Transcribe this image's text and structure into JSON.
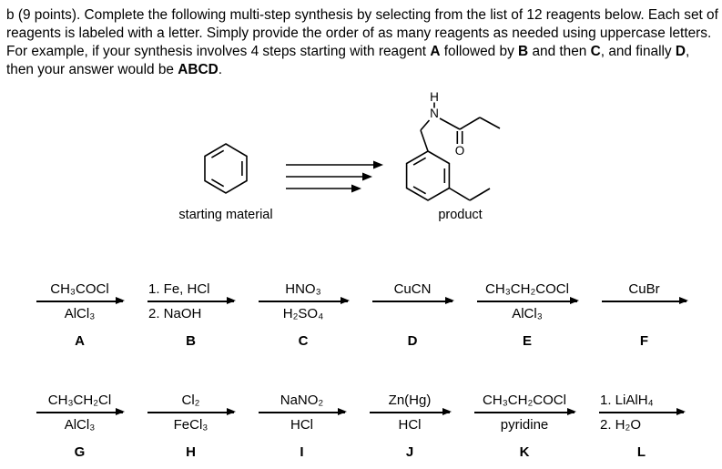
{
  "prompt": {
    "segments": [
      {
        "text": "b (9 points). Complete the following multi-step synthesis by selecting from the list of 12 reagents below. Each set of reagents is labeled with a letter. Simply provide the order of as many reagents as needed using uppercase letters. For example, if your synthesis involves 4 steps starting with reagent "
      },
      {
        "text": "A"
      },
      {
        "text": " followed by "
      },
      {
        "text": "B"
      },
      {
        "text": " and then "
      },
      {
        "text": "C"
      },
      {
        "text": ", and finally "
      },
      {
        "text": "D"
      },
      {
        "text": ", then your answer would be "
      },
      {
        "text": "ABCD"
      },
      {
        "text": "."
      }
    ]
  },
  "scheme": {
    "start_label": "starting material",
    "product_label": "product",
    "atoms": {
      "N": "N",
      "H": "H",
      "O": "O"
    }
  },
  "reagents": [
    {
      "letter": "A",
      "top": "CH₃COCl",
      "bottom": "AlCl₃"
    },
    {
      "letter": "B",
      "top": "1. Fe, HCl",
      "bottom": "2. NaOH"
    },
    {
      "letter": "C",
      "top": "HNO₃",
      "bottom": "H₂SO₄"
    },
    {
      "letter": "D",
      "top": "CuCN",
      "bottom": ""
    },
    {
      "letter": "E",
      "top": "CH₃CH₂COCl",
      "bottom": "AlCl₃"
    },
    {
      "letter": "F",
      "top": "CuBr",
      "bottom": ""
    },
    {
      "letter": "G",
      "top": "CH₃CH₂Cl",
      "bottom": "AlCl₃"
    },
    {
      "letter": "H",
      "top": "Cl₂",
      "bottom": "FeCl₃"
    },
    {
      "letter": "I",
      "top": "NaNO₂",
      "bottom": "HCl"
    },
    {
      "letter": "J",
      "top": "Zn(Hg)",
      "bottom": "HCl"
    },
    {
      "letter": "K",
      "top": "CH₃CH₂COCl",
      "bottom": "pyridine"
    },
    {
      "letter": "L",
      "top": "1. LiAlH₄",
      "bottom": "2. H₂O"
    }
  ]
}
